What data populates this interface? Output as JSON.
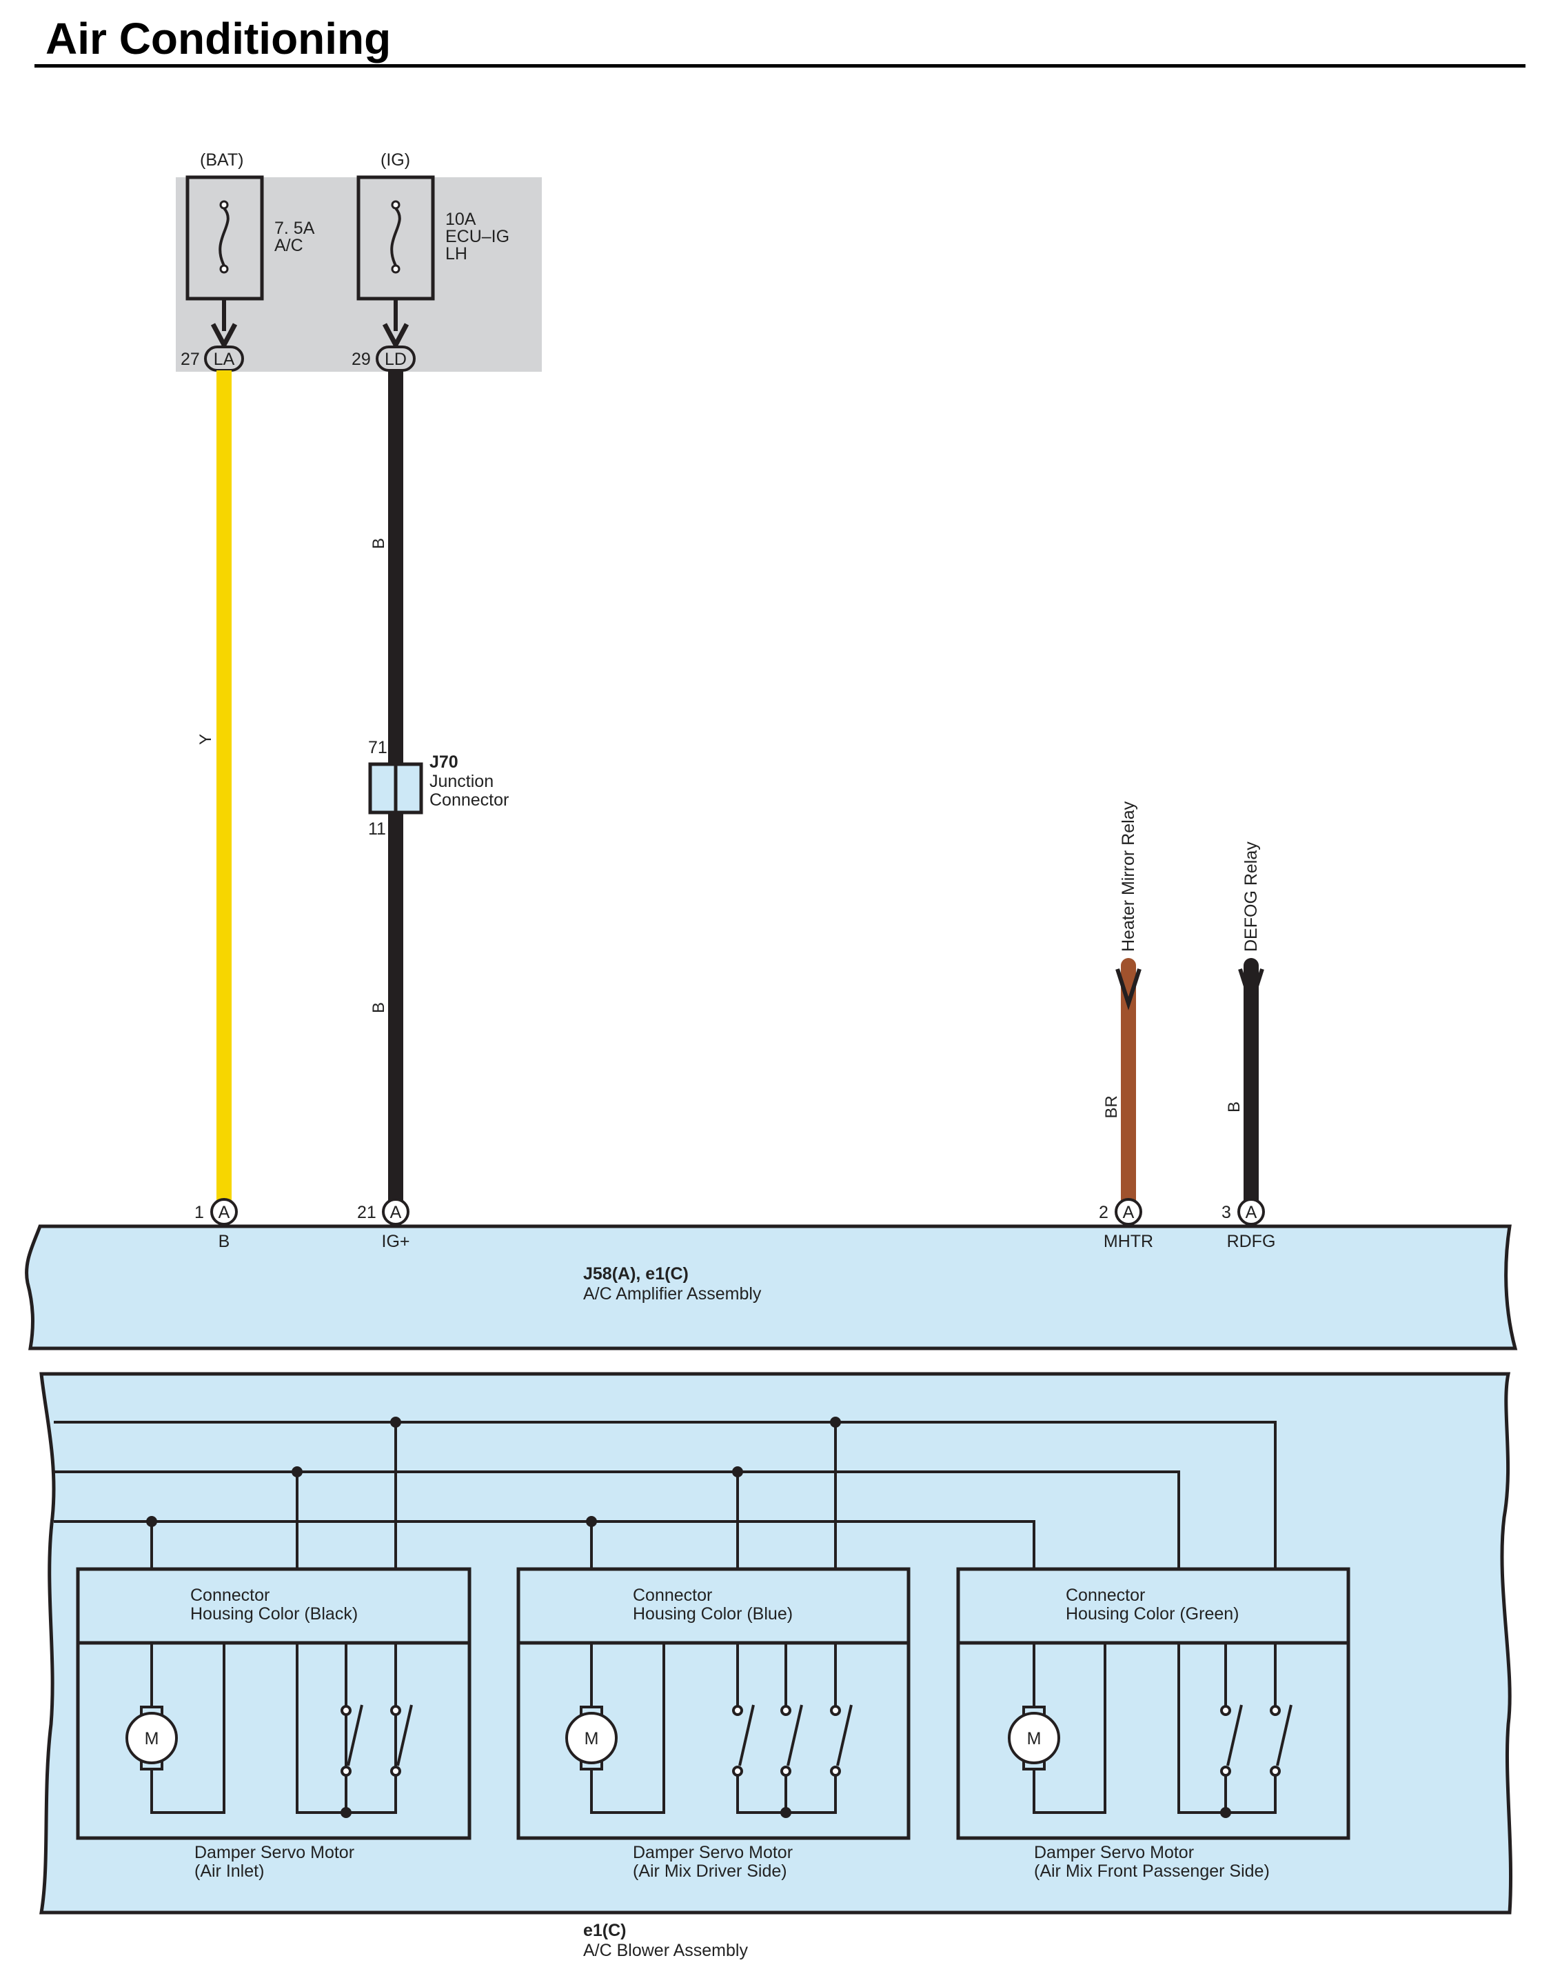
{
  "title": "Air Conditioning",
  "fuses": [
    {
      "source": "(BAT)",
      "rating": "7. 5A",
      "name": "A/C",
      "name2": "",
      "pin": "27",
      "connector": "LA"
    },
    {
      "source": "(IG)",
      "rating": "10A",
      "name": "ECU–IG",
      "name2": "LH",
      "pin": "29",
      "connector": "LD"
    }
  ],
  "wires": {
    "w1_color": "Y",
    "w2_color_top": "B",
    "w2_color_bottom": "B",
    "w3_color": "BR",
    "w4_color": "B"
  },
  "junction": {
    "pin_top": "71",
    "pin_bottom": "11",
    "id": "J70",
    "line1": "Junction",
    "line2": "Connector"
  },
  "relays": {
    "mirror": "Heater Mirror Relay",
    "defog": "DEFOG Relay"
  },
  "amplifier": {
    "id": "J58(A), e1(C)",
    "name": "A/C Amplifier Assembly",
    "pins": [
      {
        "num": "1",
        "conn": "A",
        "label": "B"
      },
      {
        "num": "21",
        "conn": "A",
        "label": "IG+"
      },
      {
        "num": "2",
        "conn": "A",
        "label": "MHTR"
      },
      {
        "num": "3",
        "conn": "A",
        "label": "RDFG"
      }
    ]
  },
  "blower": {
    "id": "e1(C)",
    "name": "A/C Blower Assembly",
    "motors": [
      {
        "conn1": "Connector",
        "conn2": "Housing Color (Black)",
        "name1": "Damper Servo Motor",
        "name2": "(Air Inlet)",
        "symbol": "M"
      },
      {
        "conn1": "Connector",
        "conn2": "Housing Color (Blue)",
        "name1": "Damper Servo Motor",
        "name2": "(Air Mix Driver Side)",
        "symbol": "M"
      },
      {
        "conn1": "Connector",
        "conn2": "Housing Color (Green)",
        "name1": "Damper Servo Motor",
        "name2": "(Air Mix Front Passenger Side)",
        "symbol": "M"
      }
    ]
  },
  "colors": {
    "yellow": "#f7d600",
    "black": "#231f20",
    "brown": "#a0522d",
    "panel": "#cde8f6",
    "fusebox": "#d3d4d6"
  }
}
